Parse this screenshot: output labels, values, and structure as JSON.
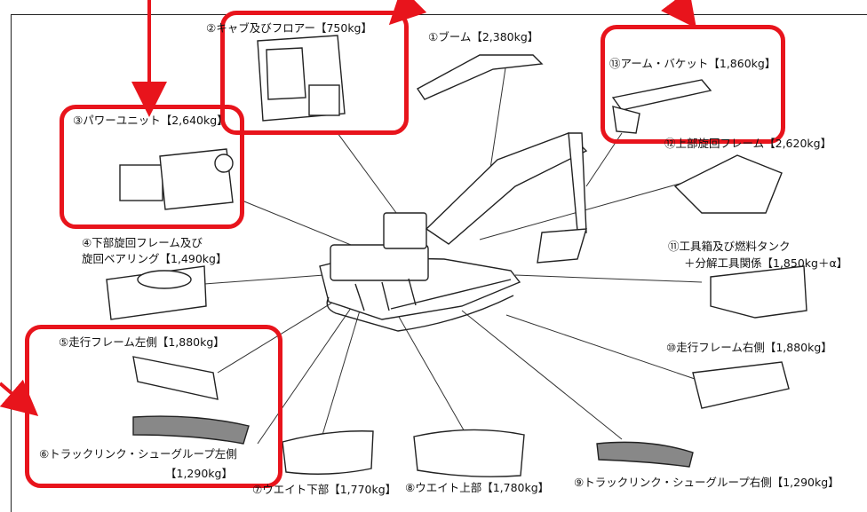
{
  "parts": {
    "p1": "①ブーム【2,380kg】",
    "p2": "②キャブ及びフロアー【750kg】",
    "p3": "③パワーユニット【2,640kg】",
    "p4a": "④下部旋回フレーム及び",
    "p4b": "旋回ベアリング【1,490kg】",
    "p5": "⑤走行フレーム左側【1,880kg】",
    "p6a": "⑥トラックリンク・シューグループ左側",
    "p6b": "【1,290kg】",
    "p7": "⑦ウエイト下部【1,770kg】",
    "p8": "⑧ウエイト上部【1,780kg】",
    "p9": "⑨トラックリンク・シューグループ右側【1,290kg】",
    "p10": "⑩走行フレーム右側【1,880kg】",
    "p11a": "⑪工具箱及び燃料タンク",
    "p11b": "＋分解工具関係【1,850kg＋α】",
    "p12": "⑫上部旋回フレーム【2,620kg】",
    "p13": "⑬アーム・バケット【1,860kg】"
  },
  "colors": {
    "highlight": "#e8141c",
    "line": "#222222"
  }
}
